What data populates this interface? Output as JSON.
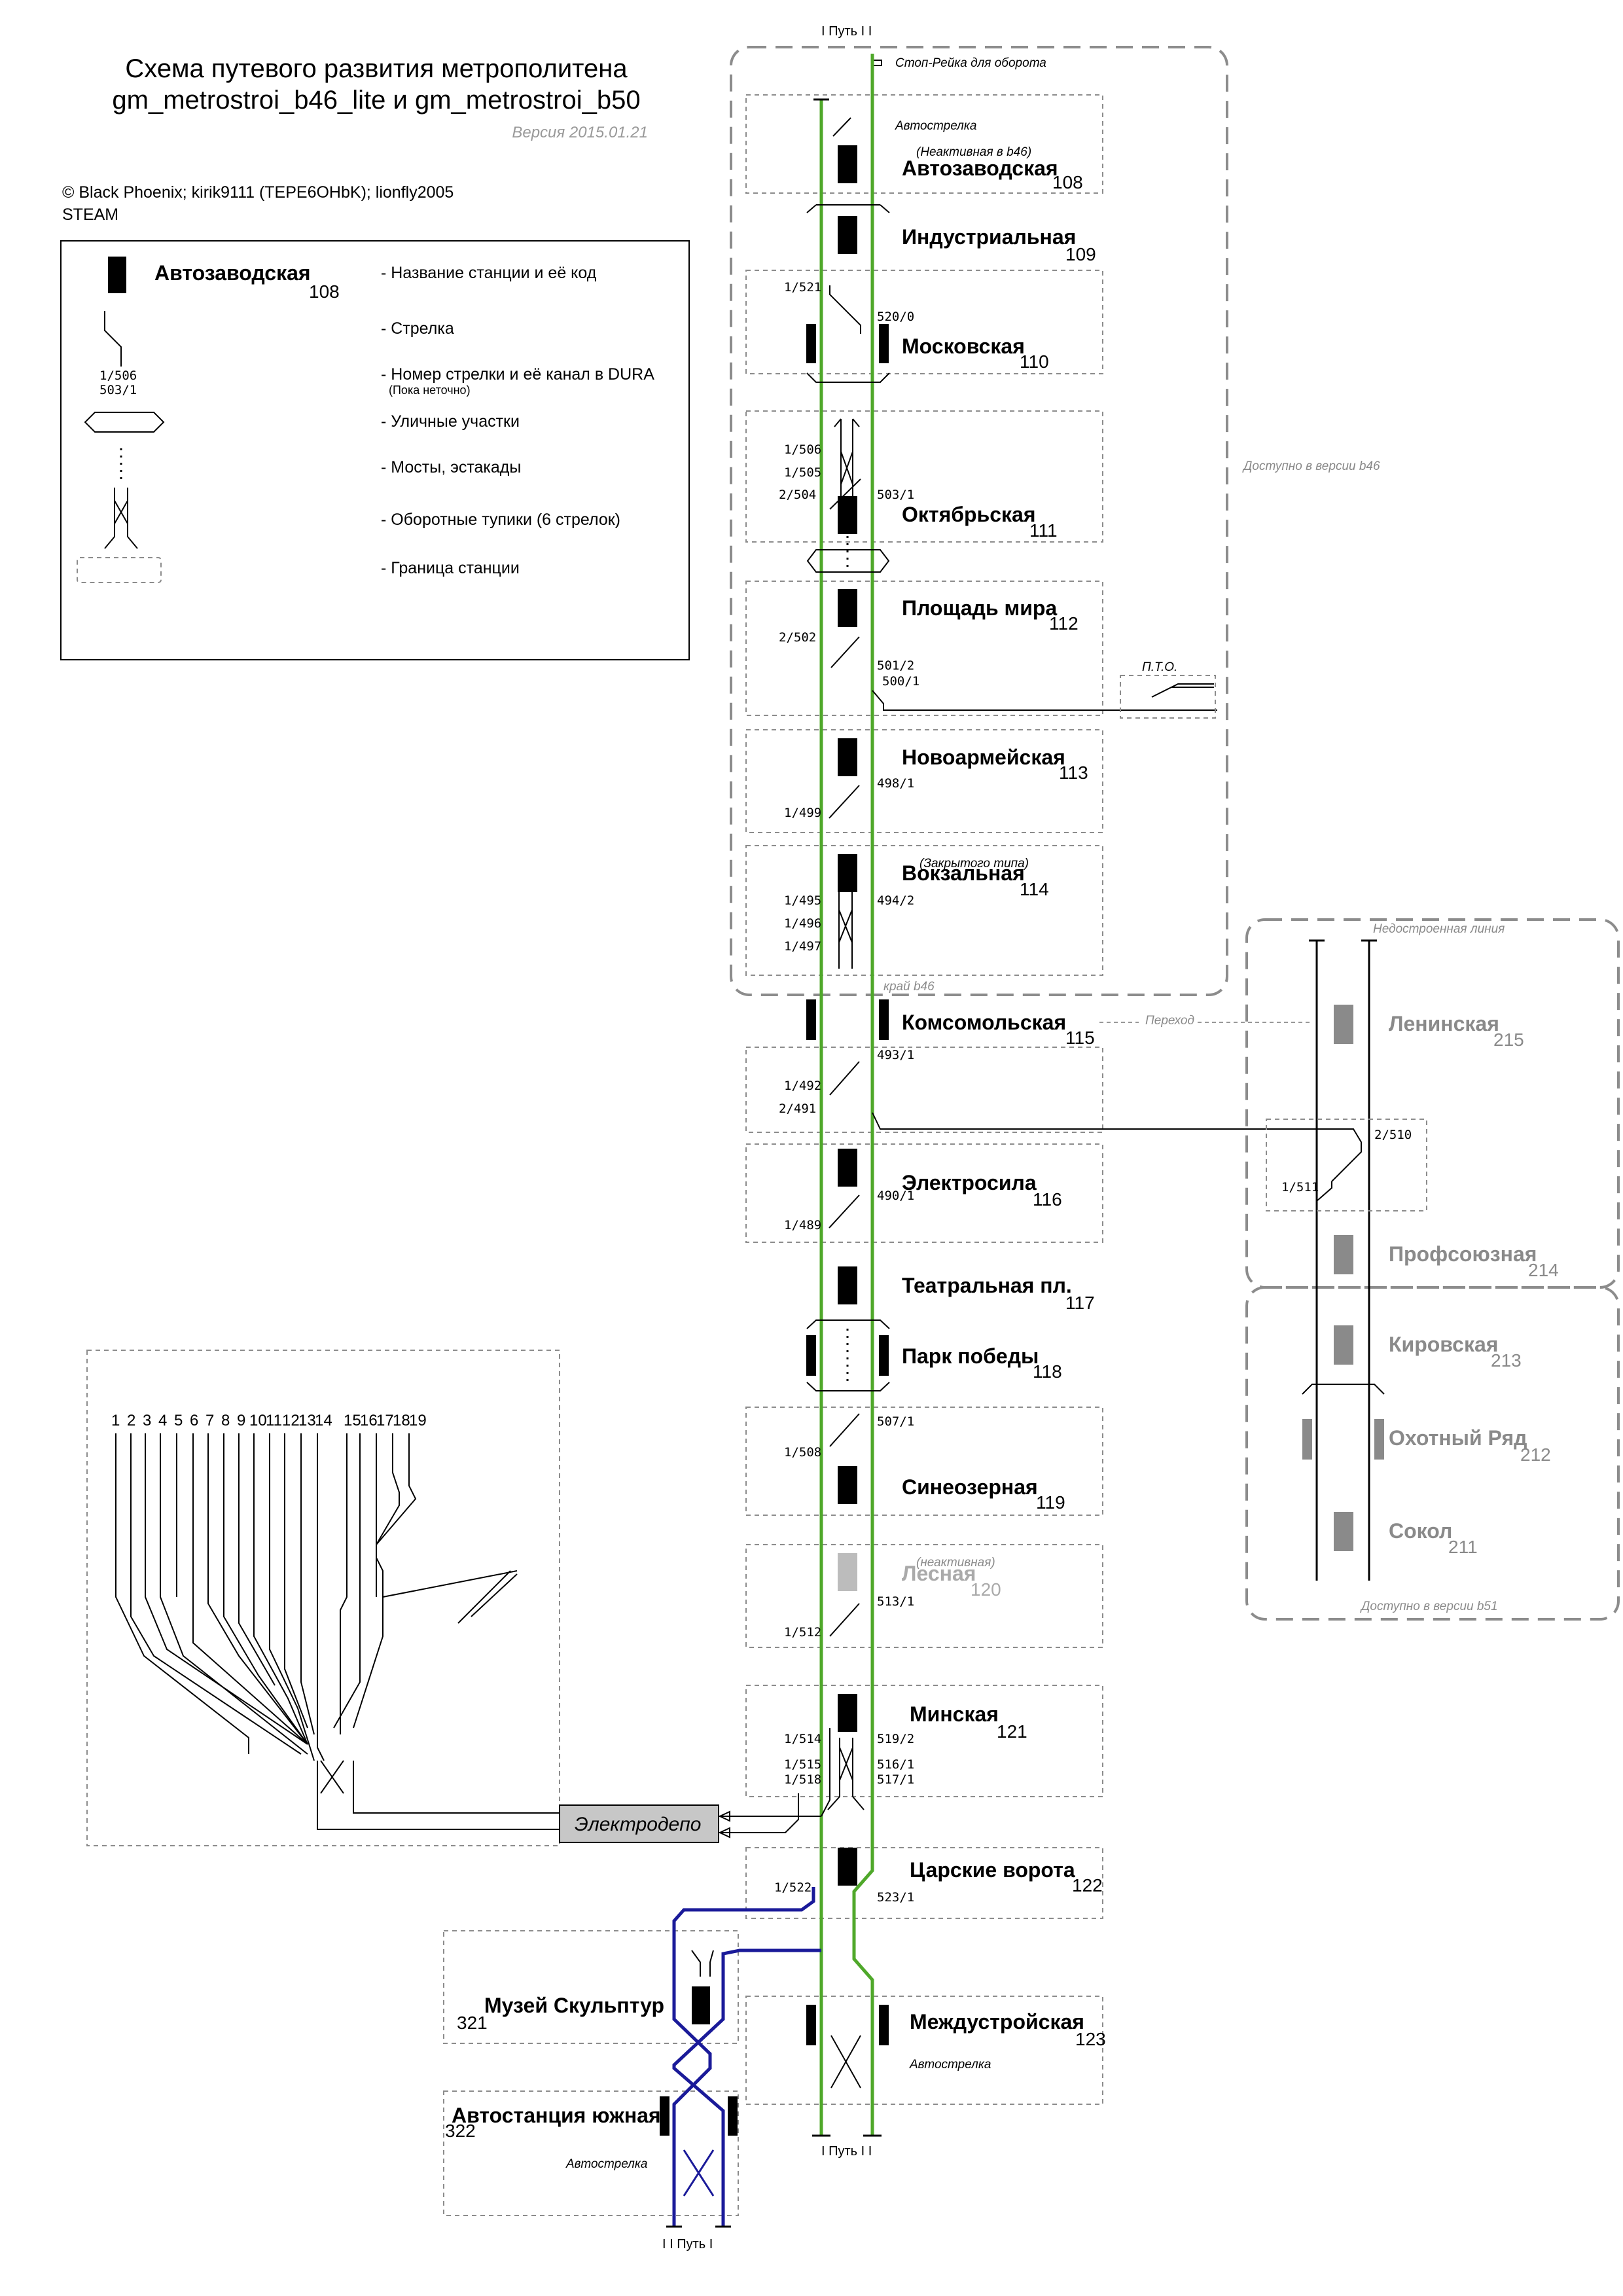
{
  "header": {
    "title_line1": "Схема путевого развития метрополитена",
    "title_line2": "gm_metrostroi_b46_lite и gm_metrostroi_b50",
    "version": "Версия  2015.01.21",
    "credits": "© Black Phoenix; kirik9111 (TEPE6OHbK); lionfly2005",
    "credits2": "STEAM"
  },
  "legend": {
    "sample_station": "Автозаводская",
    "sample_code": "108",
    "items": [
      "- Название станции и её код",
      "- Стрелка",
      "- Номер стрелки и её канал в DURA",
      "- Уличные участки",
      "- Мосты, эстакады",
      "- Оборотные тупики (6 стрелок)",
      "- Граница станции"
    ],
    "dura_note": "(Пока неточно)",
    "sample_switch_top": "1/506",
    "sample_switch_bottom": "503/1"
  },
  "main_line": {
    "track_labels_top": "I  Путь  I I",
    "track_labels_bottom": "I  Путь  I I",
    "stop_rail": "Стоп-Рейка для оборота",
    "avail_b46": "Доступно в версии b46",
    "edge_b46": "край b46",
    "pto": "П.Т.О.",
    "transfer": "Переход",
    "autoswitch": "Автострелка",
    "stations": [
      {
        "name": "Автозаводская",
        "code": "108",
        "note": "(Неактивная в b46)"
      },
      {
        "name": "Индустриальная",
        "code": "109"
      },
      {
        "name": "Московская",
        "code": "110"
      },
      {
        "name": "Октябрьская",
        "code": "111"
      },
      {
        "name": "Площадь мира",
        "code": "112"
      },
      {
        "name": "Новоармейская",
        "code": "113"
      },
      {
        "name": "Вокзальная",
        "code": "114",
        "note": "(Закрытого типа)"
      },
      {
        "name": "Комсомольская",
        "code": "115"
      },
      {
        "name": "Электросила",
        "code": "116"
      },
      {
        "name": "Театральная пл.",
        "code": "117"
      },
      {
        "name": "Парк победы",
        "code": "118"
      },
      {
        "name": "Синеозерная",
        "code": "119"
      },
      {
        "name": "Лесная",
        "code": "120",
        "note": "(неактивная)"
      },
      {
        "name": "Минская",
        "code": "121"
      },
      {
        "name": "Царские ворота",
        "code": "122"
      },
      {
        "name": "Междустройская",
        "code": "123"
      }
    ],
    "switches": {
      "s110_left": "1/521",
      "s110_right": "520/0",
      "s111_1": "1/506",
      "s111_2": "1/505",
      "s111_3": "2/504",
      "s111_right": "503/1",
      "s112_left": "2/502",
      "s112_r1": "501/2",
      "s112_r2": "500/1",
      "s113_left": "1/499",
      "s113_right": "498/1",
      "s114_1": "1/495",
      "s114_2": "1/496",
      "s114_3": "1/497",
      "s114_right": "494/2",
      "s115_right": "493/1",
      "s115_l1": "1/492",
      "s115_l2": "2/491",
      "s116_left": "1/489",
      "s116_right": "490/1",
      "s119_left": "1/508",
      "s119_right": "507/1",
      "s120_left": "1/512",
      "s120_right": "513/1",
      "s121_l1": "1/514",
      "s121_l2": "1/515",
      "s121_l3": "1/518",
      "s121_r1": "519/2",
      "s121_r2": "516/1",
      "s121_r3": "517/1",
      "s122_left": "1/522",
      "s122_right": "523/1"
    }
  },
  "second_line": {
    "title": "Недостроенная линия",
    "avail_b51": "Доступно в версии b51",
    "sw_right": "2/510",
    "sw_left": "1/511",
    "stations": [
      {
        "name": "Ленинская",
        "code": "215"
      },
      {
        "name": "Профсоюзная",
        "code": "214"
      },
      {
        "name": "Кировская",
        "code": "213"
      },
      {
        "name": "Охотный Ряд",
        "code": "212"
      },
      {
        "name": "Сокол",
        "code": "211"
      }
    ]
  },
  "depot": {
    "label": "Электродепо",
    "tracks_a": [
      "1",
      "2",
      "3",
      "4",
      "5",
      "6",
      "7",
      "8",
      "9",
      "10",
      "11",
      "12",
      "13",
      "14"
    ],
    "tracks_b": [
      "15",
      "16",
      "17",
      "18",
      "19"
    ]
  },
  "branch": {
    "stations": [
      {
        "name": "Музей Скульптур",
        "code": "321"
      },
      {
        "name": "Автостанция южная",
        "code": "322"
      }
    ],
    "autoswitch": "Автострелка",
    "track_labels_bottom": "I I  Путь  I"
  }
}
